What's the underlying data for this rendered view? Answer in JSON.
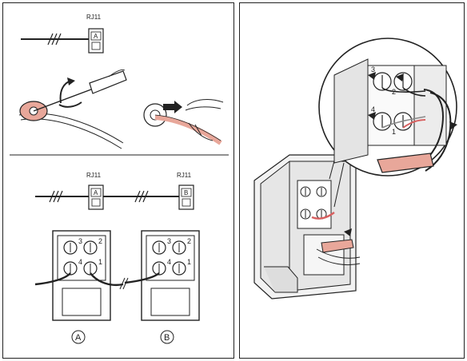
{
  "steps": {
    "single": {
      "socket_label": "RJ11",
      "socket_letter": "A"
    },
    "chain": {
      "socket_a_label": "RJ11",
      "socket_a_letter": "A",
      "socket_b_label": "RJ11",
      "socket_b_letter": "B",
      "circle_a": "A",
      "circle_b": "B"
    }
  },
  "terminals": {
    "top_left": "3",
    "top_right": "2",
    "bottom_left": "4",
    "bottom_right": "1"
  },
  "colors": {
    "cable": "#e8a79a",
    "line": "#222222",
    "wire": "#d86060"
  }
}
